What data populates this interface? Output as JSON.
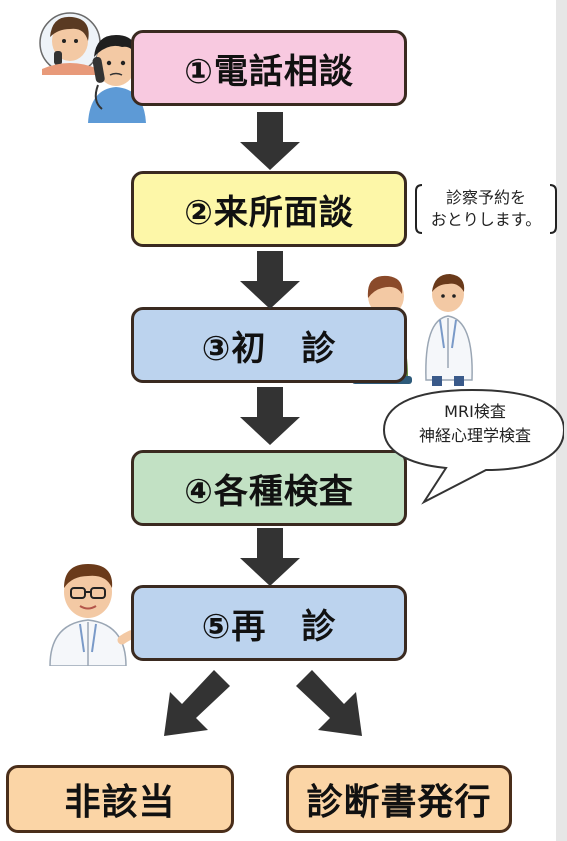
{
  "steps": [
    {
      "label": "①電話相談",
      "fill": "#f8c9e0"
    },
    {
      "label": "②来所面談",
      "fill": "#fdf7a8"
    },
    {
      "label": "③初　診",
      "fill": "#bcd3ee"
    },
    {
      "label": "④各種検査",
      "fill": "#c2e1c4"
    },
    {
      "label": "⑤再　診",
      "fill": "#bcd3ee"
    }
  ],
  "note": {
    "line1": "診察予約を",
    "line2": "おとりします。"
  },
  "bubble": {
    "line1": "MRI検査",
    "line2": "神経心理学検査"
  },
  "results": [
    {
      "label": "非該当",
      "fill": "#fbd5a6"
    },
    {
      "label": "診断書発行",
      "fill": "#fbd5a6"
    }
  ],
  "colors": {
    "arrow": "#333333",
    "border": "#3a2a20"
  }
}
